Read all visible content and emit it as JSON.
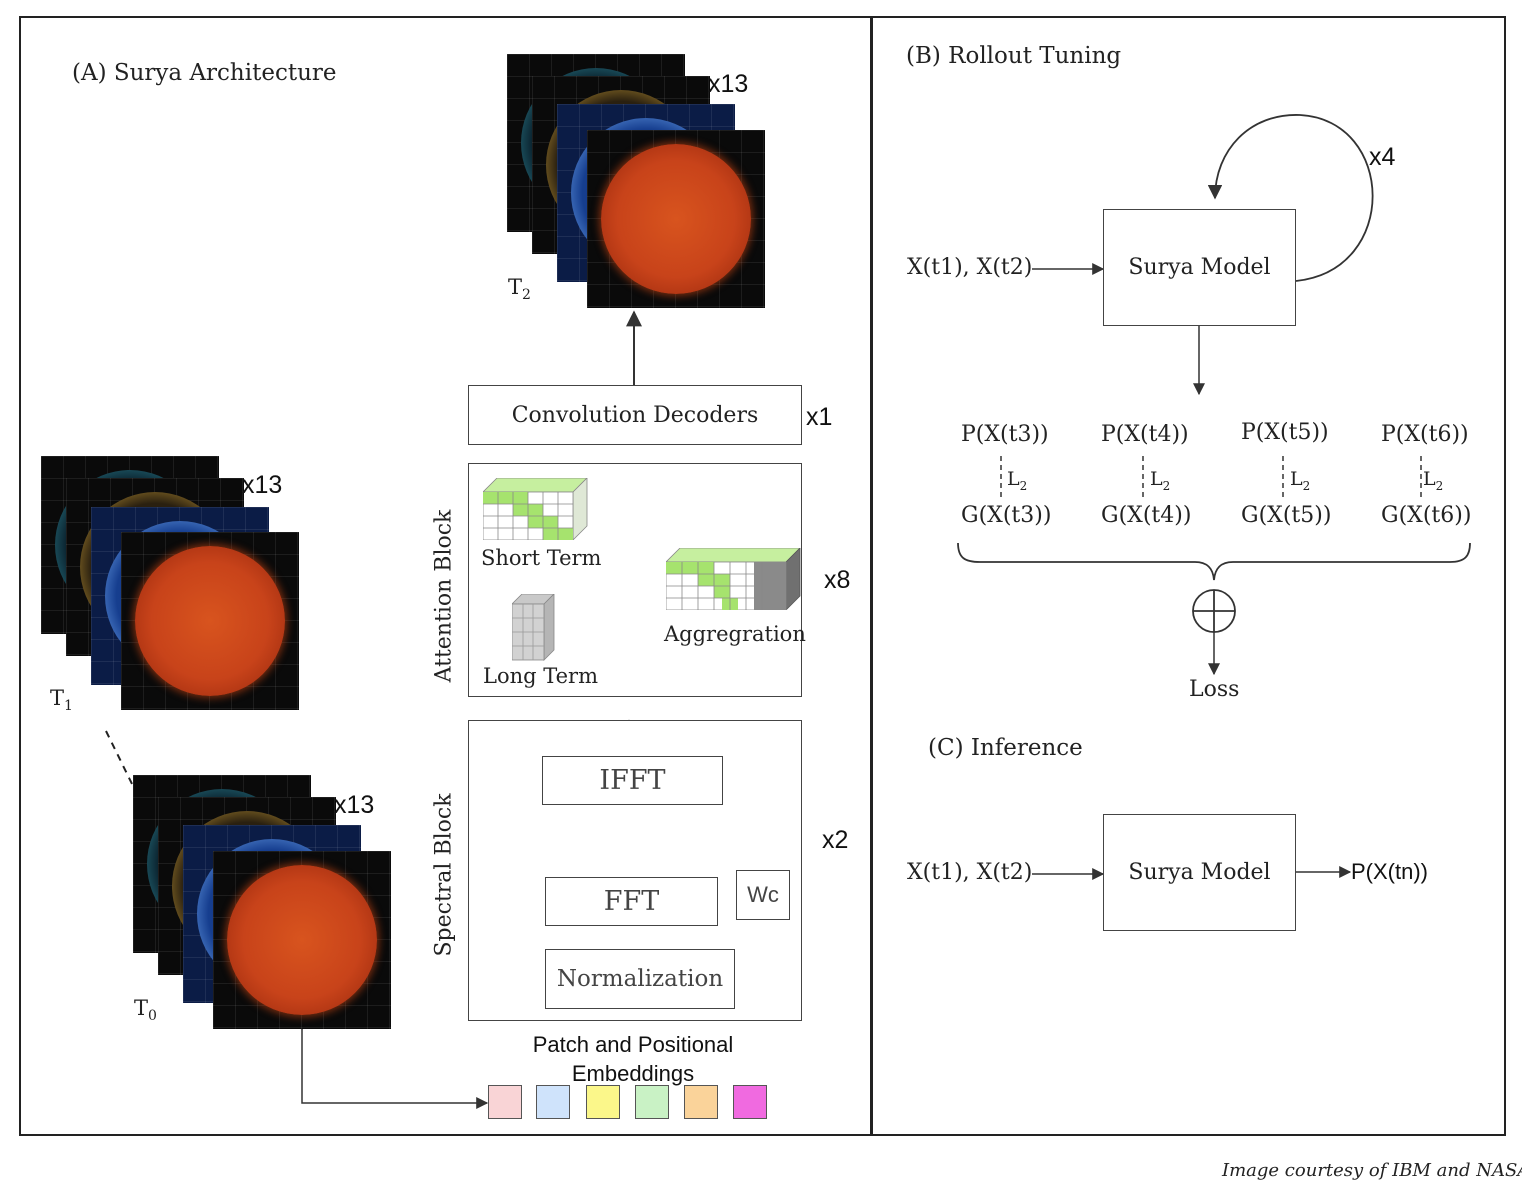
{
  "panel_a": {
    "title": "(A) Surya Architecture",
    "decoders": {
      "label": "Convolution Decoders",
      "multiplier": "x1"
    },
    "attention": {
      "title": "Attention Block",
      "short_term": "Short Term",
      "long_term": "Long Term",
      "aggregation": "Aggregration",
      "multiplier": "x8"
    },
    "spectral": {
      "title": "Spectral  Block",
      "ifft": "IFFT",
      "fft": "FFT",
      "normalization": "Normalization",
      "weight": "Wc",
      "multiplier": "x2"
    },
    "embeddings": {
      "label": "Patch and Positional Embeddings",
      "colors": [
        "#f9d4d6",
        "#cfe3fb",
        "#fbf78a",
        "#c9f2c5",
        "#fad39a",
        "#f06ae0"
      ]
    },
    "stacks": [
      {
        "time_label": "T2",
        "count": "x13"
      },
      {
        "time_label": "T1",
        "count": "x13"
      },
      {
        "time_label": "T0",
        "count": "x13"
      }
    ]
  },
  "panel_b": {
    "title": "(B) Rollout Tuning",
    "input": "X(t1), X(t2)",
    "model": "Surya Model",
    "loop": "x4",
    "columns": [
      {
        "pred": "P(X(t3))",
        "loss": "L2",
        "gt": "G(X(t3))"
      },
      {
        "pred": "P(X(t4))",
        "loss": "L2",
        "gt": "G(X(t4))"
      },
      {
        "pred": "P(X(t5))",
        "loss": "L2",
        "gt": "G(X(t5))"
      },
      {
        "pred": "P(X(t6))",
        "loss": "L2",
        "gt": "G(X(t6))"
      }
    ],
    "total": "Loss"
  },
  "panel_c": {
    "title": "(C) Inference",
    "input": "X(t1), X(t2)",
    "model": "Surya Model",
    "output": "P(X(tn))"
  },
  "credit": "Image courtesy of IBM and NASA"
}
